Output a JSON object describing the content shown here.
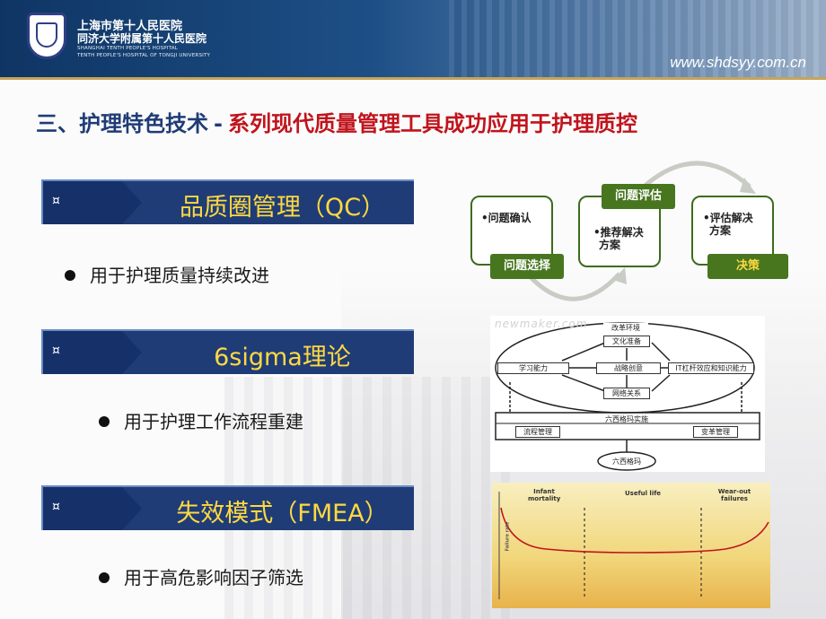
{
  "header": {
    "hospital_cn_1": "上海市第十人民医院",
    "hospital_cn_2": "同济大学附属第十人民医院",
    "hospital_en_1": "SHANGHAI TENTH PEOPLE'S HOSPITAL",
    "hospital_en_2": "TENTH PEOPLE'S HOSPITAL OF TONGJI UNIVERSITY",
    "url": "www.shdsyy.com.cn"
  },
  "title": {
    "part1": "三、护理特色技术",
    "separator": "-",
    "part2": "系列现代质量管理工具成功应用于护理质控"
  },
  "sections": [
    {
      "glyph": "¤",
      "label": "品质圈管理（QC）",
      "bullet": "用于护理质量持续改进"
    },
    {
      "glyph": "¤",
      "label": "6sigma理论",
      "bullet": "用于护理工作流程重建"
    },
    {
      "glyph": "¤",
      "label": "失效模式（FMEA）",
      "bullet": "用于高危影响因子筛选"
    }
  ],
  "qc_cycle": {
    "box1_text": "•问题确认",
    "box1_tag": "问题选择",
    "box2_tag": "问题评估",
    "box2_text_1": "•推荐解决",
    "box2_text_2": "方案",
    "box3_text_1": "•评估解决",
    "box3_text_2": "方案",
    "box3_tag": "决策"
  },
  "sigma_diagram": {
    "watermark": "newmaker.com",
    "top_label": "改革环境",
    "culture": "文化准备",
    "learning": "学习能力",
    "strategy": "战略创意",
    "it": "IT杠杆效应和知识能力",
    "network": "网络关系",
    "implement": "六西格玛实施",
    "process": "流程管理",
    "change": "变革管理",
    "six_sigma": "六西格玛"
  },
  "bathtub_chart": {
    "left_label_1": "Infant",
    "left_label_2": "mortality",
    "mid_label": "Useful life",
    "right_label_1": "Wear-out",
    "right_label_2": "failures",
    "y_label": "Failure rate"
  },
  "colors": {
    "header_dark": "#0f3564",
    "banner": "#1f3c77",
    "banner_text": "#ffd940",
    "title_red": "#c0141c",
    "qc_green": "#47761f"
  }
}
